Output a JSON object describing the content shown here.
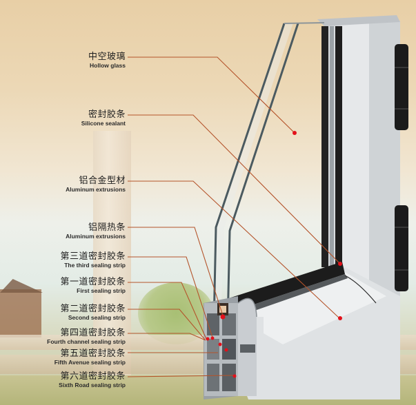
{
  "diagram": {
    "title": "Aluminum window profile cross-section",
    "leader_color": "#b4532a",
    "marker_color": "#e3101a",
    "labels": [
      {
        "cn": "中空玻璃",
        "en": "Hollow glass"
      },
      {
        "cn": "密封胶条",
        "en": "Silicone sealant"
      },
      {
        "cn": "铝合金型材",
        "en": "Aluminum extrusions"
      },
      {
        "cn": "铝隔热条",
        "en": "Aluminum extrusions"
      },
      {
        "cn": "第三道密封胶条",
        "en": "The third sealing strip"
      },
      {
        "cn": "第一道密封胶条",
        "en": "First sealing strip"
      },
      {
        "cn": "第二道密封胶条",
        "en": "Second sealing strip"
      },
      {
        "cn": "第四道密封胶条",
        "en": "Fourth channel sealing strip"
      },
      {
        "cn": "第五道密封胶条",
        "en": "Fifth Avenue sealing strip"
      },
      {
        "cn": "第六道密封胶条",
        "en": "Sixth Road sealing strip"
      }
    ]
  }
}
